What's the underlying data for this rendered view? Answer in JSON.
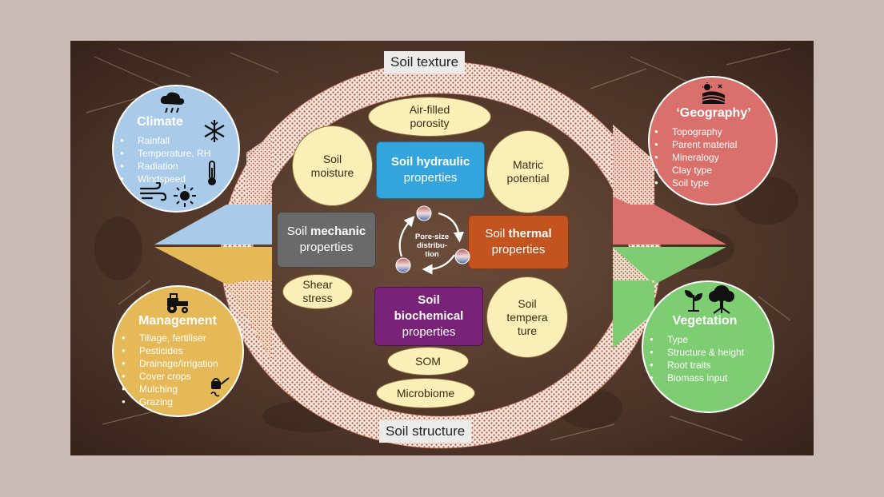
{
  "ring_labels": {
    "top": "Soil texture",
    "bottom": "Soil structure"
  },
  "center": {
    "cycle_label": "Pore-size distribution",
    "cycle_lines": [
      "Pore-size",
      "distribu-",
      "tion"
    ]
  },
  "boxes": {
    "hydraulic": {
      "bold": "Soil hydraulic",
      "rest": "properties"
    },
    "mechanic": {
      "pre": "Soil ",
      "bold": "mechanic",
      "rest": "properties"
    },
    "thermal": {
      "pre": "Soil ",
      "bold": "thermal",
      "rest": "properties"
    },
    "biochemical": {
      "bold1": "Soil",
      "bold2": "biochemical",
      "rest": "properties"
    }
  },
  "ovals": {
    "air_filled_porosity": [
      "Air-filled",
      "porosity"
    ],
    "soil_moisture": [
      "Soil",
      "moisture"
    ],
    "matric_potential": [
      "Matric",
      "potential"
    ],
    "shear_stress": [
      "Shear",
      "stress"
    ],
    "soil_temperature": [
      "Soil",
      "tempera",
      "ture"
    ],
    "som": [
      "SOM"
    ],
    "microbiome": [
      "Microbiome"
    ]
  },
  "drivers": {
    "climate": {
      "title": "Climate",
      "items": [
        "Rainfall",
        "Temperature, RH",
        "Radiation",
        "Windspeed"
      ],
      "color": "#a9cbe9",
      "icons": [
        "rain-cloud-icon",
        "snowflake-icon",
        "thermometer-icon",
        "wind-icon",
        "sun-icon"
      ]
    },
    "geography": {
      "title": "‘Geography’",
      "items": [
        "Topography",
        "Parent material",
        "Mineralogy",
        "Clay type",
        "Soil type"
      ],
      "color": "#d9706c",
      "icons": [
        "landscape-icon"
      ]
    },
    "management": {
      "title": "Management",
      "items": [
        "Tillage, fertiliser",
        "Pesticides",
        "Drainage/Irrigation",
        "Cover crops",
        "Mulching",
        "Grazing"
      ],
      "color": "#e5b957",
      "icons": [
        "tractor-icon",
        "watering-can-icon"
      ]
    },
    "vegetation": {
      "title": "Vegetation",
      "items": [
        "Type",
        "Structure & height",
        "Root traits",
        "Biomass input"
      ],
      "color": "#7fcd72",
      "icons": [
        "seedling-icon",
        "tree-icon"
      ]
    }
  },
  "colors": {
    "hydraulic": "#33a4dc",
    "mechanic": "#6a6a6a",
    "thermal": "#c3531f",
    "biochemical": "#782278",
    "oval_fill": "#fbefb8",
    "ring_fill": "#f7ebe3",
    "ring_pattern": "#b34a33"
  }
}
